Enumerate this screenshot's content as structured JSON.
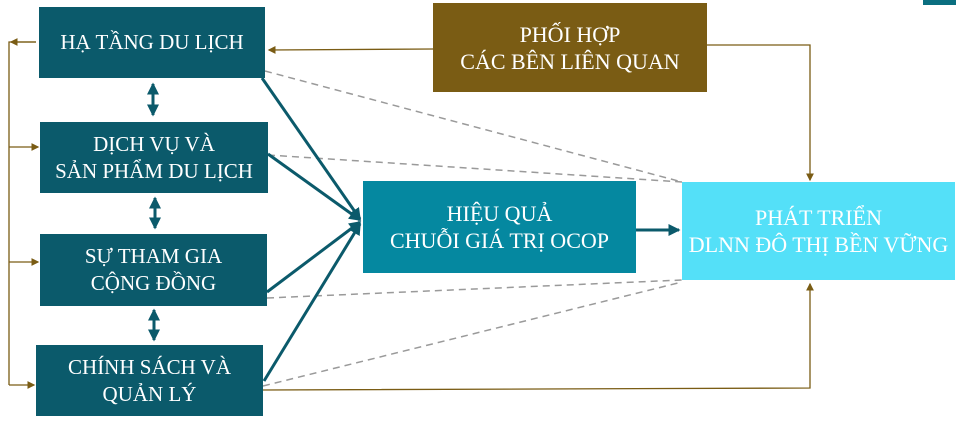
{
  "boxes": {
    "infrastructure": {
      "lines": [
        "HẠ TẦNG DU LỊCH"
      ]
    },
    "services": {
      "lines": [
        "DỊCH VỤ VÀ",
        "SẢN PHẨM DU LỊCH"
      ]
    },
    "community": {
      "lines": [
        "SỰ THAM GIA",
        "CỘNG ĐỒNG"
      ]
    },
    "policy": {
      "lines": [
        "CHÍNH SÁCH VÀ",
        "QUẢN LÝ"
      ]
    },
    "coordination": {
      "lines": [
        "PHỐI HỢP",
        "CÁC BÊN LIÊN QUAN"
      ]
    },
    "ocop": {
      "lines": [
        "HIỆU QUẢ",
        "CHUỖI GIÁ TRỊ OCOP"
      ]
    },
    "outcome": {
      "lines": [
        "PHÁT TRIỂN",
        "DLNN ĐÔ THỊ BỀN VỮNG"
      ]
    }
  },
  "colors": {
    "teal": "#0b5a6b",
    "gold": "#7a5c14",
    "ocop": "#0588a0",
    "outcome": "#54e0f8",
    "brown_line": "#7a5c14",
    "dash": "#9a9a9a"
  }
}
